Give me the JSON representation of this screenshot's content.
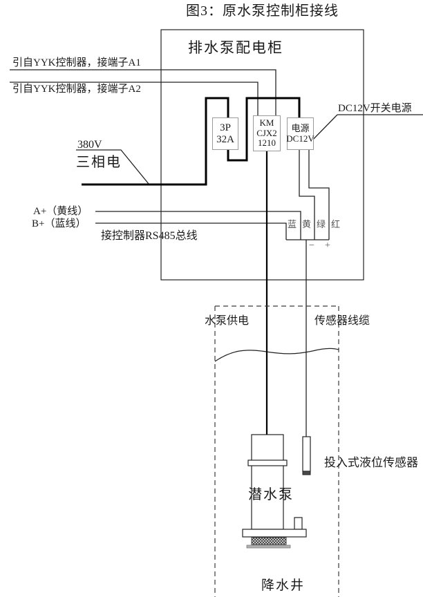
{
  "title": "图3：原水泵控制柜接线",
  "cabinet": {
    "label": "排水泵配电柜",
    "components": {
      "breaker": {
        "line1": "3P",
        "line2": "32A"
      },
      "contactor": {
        "line1": "KM",
        "line2": "CJX2",
        "line3": "1210"
      },
      "psu": {
        "line1": "电源",
        "line2": "DC12V"
      }
    },
    "terminal": {
      "labels": [
        "蓝",
        "黄",
        "绿",
        "红"
      ],
      "minus": "−",
      "plus": "+"
    }
  },
  "left_labels": {
    "a1": "引自YYK控制器，接端子A1",
    "a2": "引自YYK控制器，接端子A2",
    "v380": "380V",
    "three_phase": "三相电",
    "a_plus": "A+（黄线）",
    "b_plus": "B+（蓝线）",
    "rs485": "接控制器RS485总线"
  },
  "right_labels": {
    "dc12v_psu": "DC12V开关电源"
  },
  "well": {
    "pump_power": "水泵供电",
    "sensor_cable": "传感器线缆",
    "pump": "潜水泵",
    "sensor": "投入式液位传感器",
    "well_name": "降水井"
  },
  "colors": {
    "wire": "#1f1f1f",
    "thick_wire": "#000000",
    "component_border": "#9a9a9a",
    "terminal_text": "#555555",
    "dashed_box": "#3a3a3a",
    "background": "#ffffff"
  }
}
